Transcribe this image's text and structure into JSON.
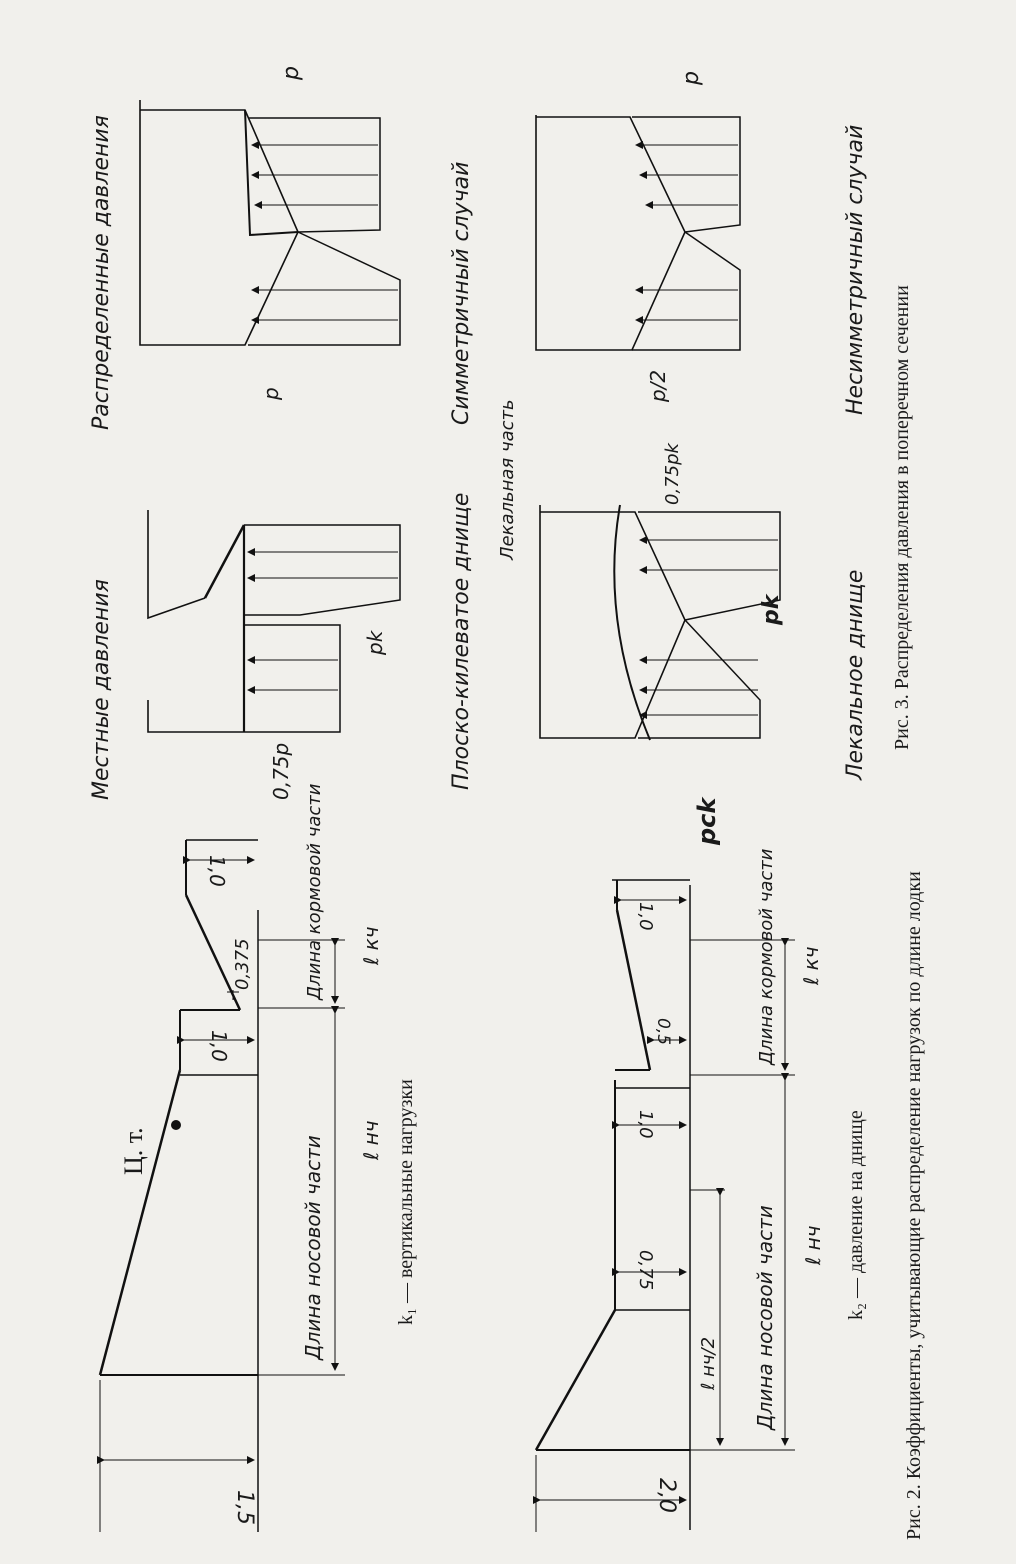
{
  "fig2": {
    "caption": "Рис. 2. Коэффициенты, учитывающие распределение нагрузок по длине лодки",
    "center_of_gravity": "Ц. т.",
    "k1": {
      "caption": "k₁ — вертикальные нагрузки",
      "bow_length_label": "Длина носовой части",
      "bow_length_symbol": "ℓ нч",
      "stern_length_label": "Длина кормовой части",
      "stern_length_symbol": "ℓ кч",
      "values": {
        "bow_end": "1,5",
        "bow_mid": "1,0",
        "stern_slope": "0,375",
        "stern_end": "1,0"
      }
    },
    "k2": {
      "caption": "k₂ — давление на днище",
      "bow_length_label": "Длина носовой части",
      "bow_length_symbol": "ℓ нч",
      "half_bow_symbol": "ℓ нч/2",
      "stern_length_label": "Длина кормовой части",
      "stern_length_symbol": "ℓ кч",
      "values": {
        "bow_end": "2,0",
        "bow_quarter": "0,75",
        "bow_mid": "1,0",
        "stern_start": "0,5",
        "stern_end": "1,0"
      }
    }
  },
  "fig3": {
    "caption": "Рис. 3. Распределения давления в поперечном сечении",
    "local": {
      "title": "Местные давления",
      "label_075p": "0,75p",
      "label_pk": "pk"
    },
    "distributed": {
      "title": "Распределенные давления",
      "label_p_left": "p",
      "label_p_right": "p"
    },
    "flat_keel": {
      "title": "Плоско-килеватое днище"
    },
    "symmetric": {
      "title": "Симметричный случай"
    },
    "curved": {
      "title": "Лекальное днище",
      "curved_part": "Лекальная часть",
      "label_pck": "pck",
      "label_pk": "pk",
      "label_075pk": "0,75pk"
    },
    "asymmetric": {
      "title": "Несимметричный случай",
      "label_p": "p",
      "label_p2": "p/2"
    }
  }
}
